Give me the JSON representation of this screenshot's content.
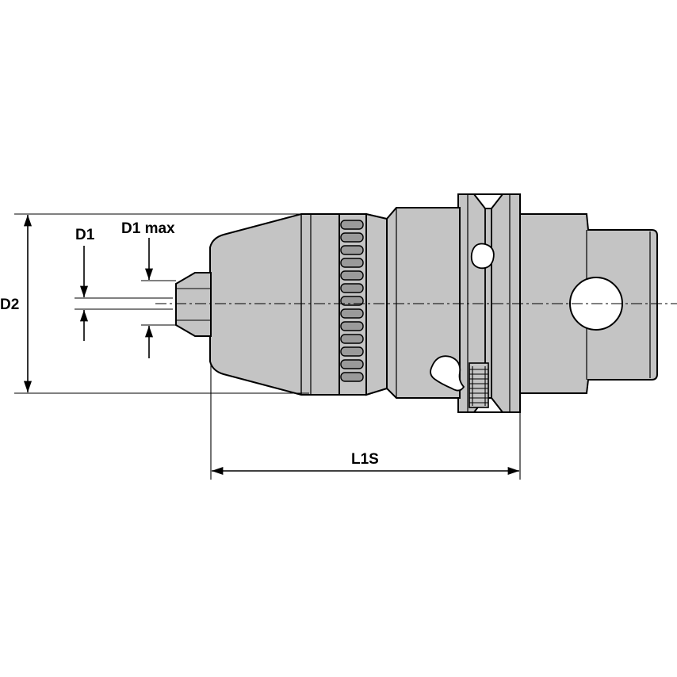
{
  "labels": {
    "d1": "D1",
    "d1_max": "D1 max",
    "d2": "D2",
    "l1s": "L1S"
  }
}
